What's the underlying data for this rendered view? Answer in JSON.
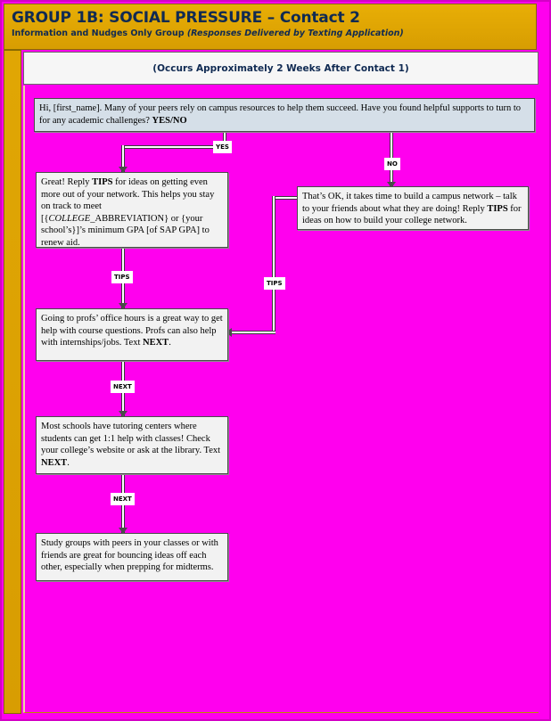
{
  "header": {
    "title": "GROUP 1B: SOCIAL PRESSURE – Contact 2",
    "subtitle_plain": "Information and Nudges Only Group ",
    "subtitle_italic": "(Responses Delivered by Texting Application)"
  },
  "occurs_bar": {
    "text": "(Occurs Approximately 2 Weeks After Contact 1)"
  },
  "colors": {
    "page_background": "#ff00ee",
    "header_gold": "#dfa503",
    "header_text": "#102a52",
    "prompt_box_fill": "#d5dfe8",
    "message_box_fill": "#f2f2f2",
    "connector_stroke": "#3a3a3a"
  },
  "nodes": [
    {
      "id": "prompt",
      "kind": "prompt",
      "text_a": "Hi, [first_name]. Many of your peers rely on campus resources to help them succeed. Have you found helpful supports to turn to for any academic challenges? ",
      "text_bold": "YES/NO"
    },
    {
      "id": "yes-tips",
      "kind": "message",
      "text_a": "Great! Reply ",
      "text_bold_1": "TIPS",
      "text_b": " for ideas on getting even more out of your network. This helps you stay on track to meet [{",
      "text_italic": "COLLEGE",
      "text_c": "_ABBREVIATION} or {your school’s}]’s minimum GPA [of SAP GPA] to renew aid."
    },
    {
      "id": "no-tips",
      "kind": "message",
      "text_a": "That’s OK, it takes time to build a campus network – talk to your friends about what they are doing! Reply ",
      "text_bold_1": "TIPS",
      "text_b": " for ideas on how to build your college network."
    },
    {
      "id": "office-hours",
      "kind": "message",
      "text_a": "Going to profs’ office hours is a great way to get help with course questions. Profs can also help with internships/jobs. Text ",
      "text_bold_1": "NEXT",
      "text_b": "."
    },
    {
      "id": "tutoring",
      "kind": "message",
      "text_a": "Most schools have tutoring centers where students can get 1:1 help with classes! Check your college’s website or ask at the library. Text ",
      "text_bold_1": "NEXT",
      "text_b": "."
    },
    {
      "id": "study-groups",
      "kind": "message",
      "text_a": "Study groups with peers in your classes or with friends are great for bouncing ideas off each other, especially when prepping for midterms."
    }
  ],
  "edge_labels": {
    "yes": "YES",
    "no": "NO",
    "tips_left": "TIPS",
    "tips_right": "TIPS",
    "next_1": "NEXT",
    "next_2": "NEXT"
  }
}
